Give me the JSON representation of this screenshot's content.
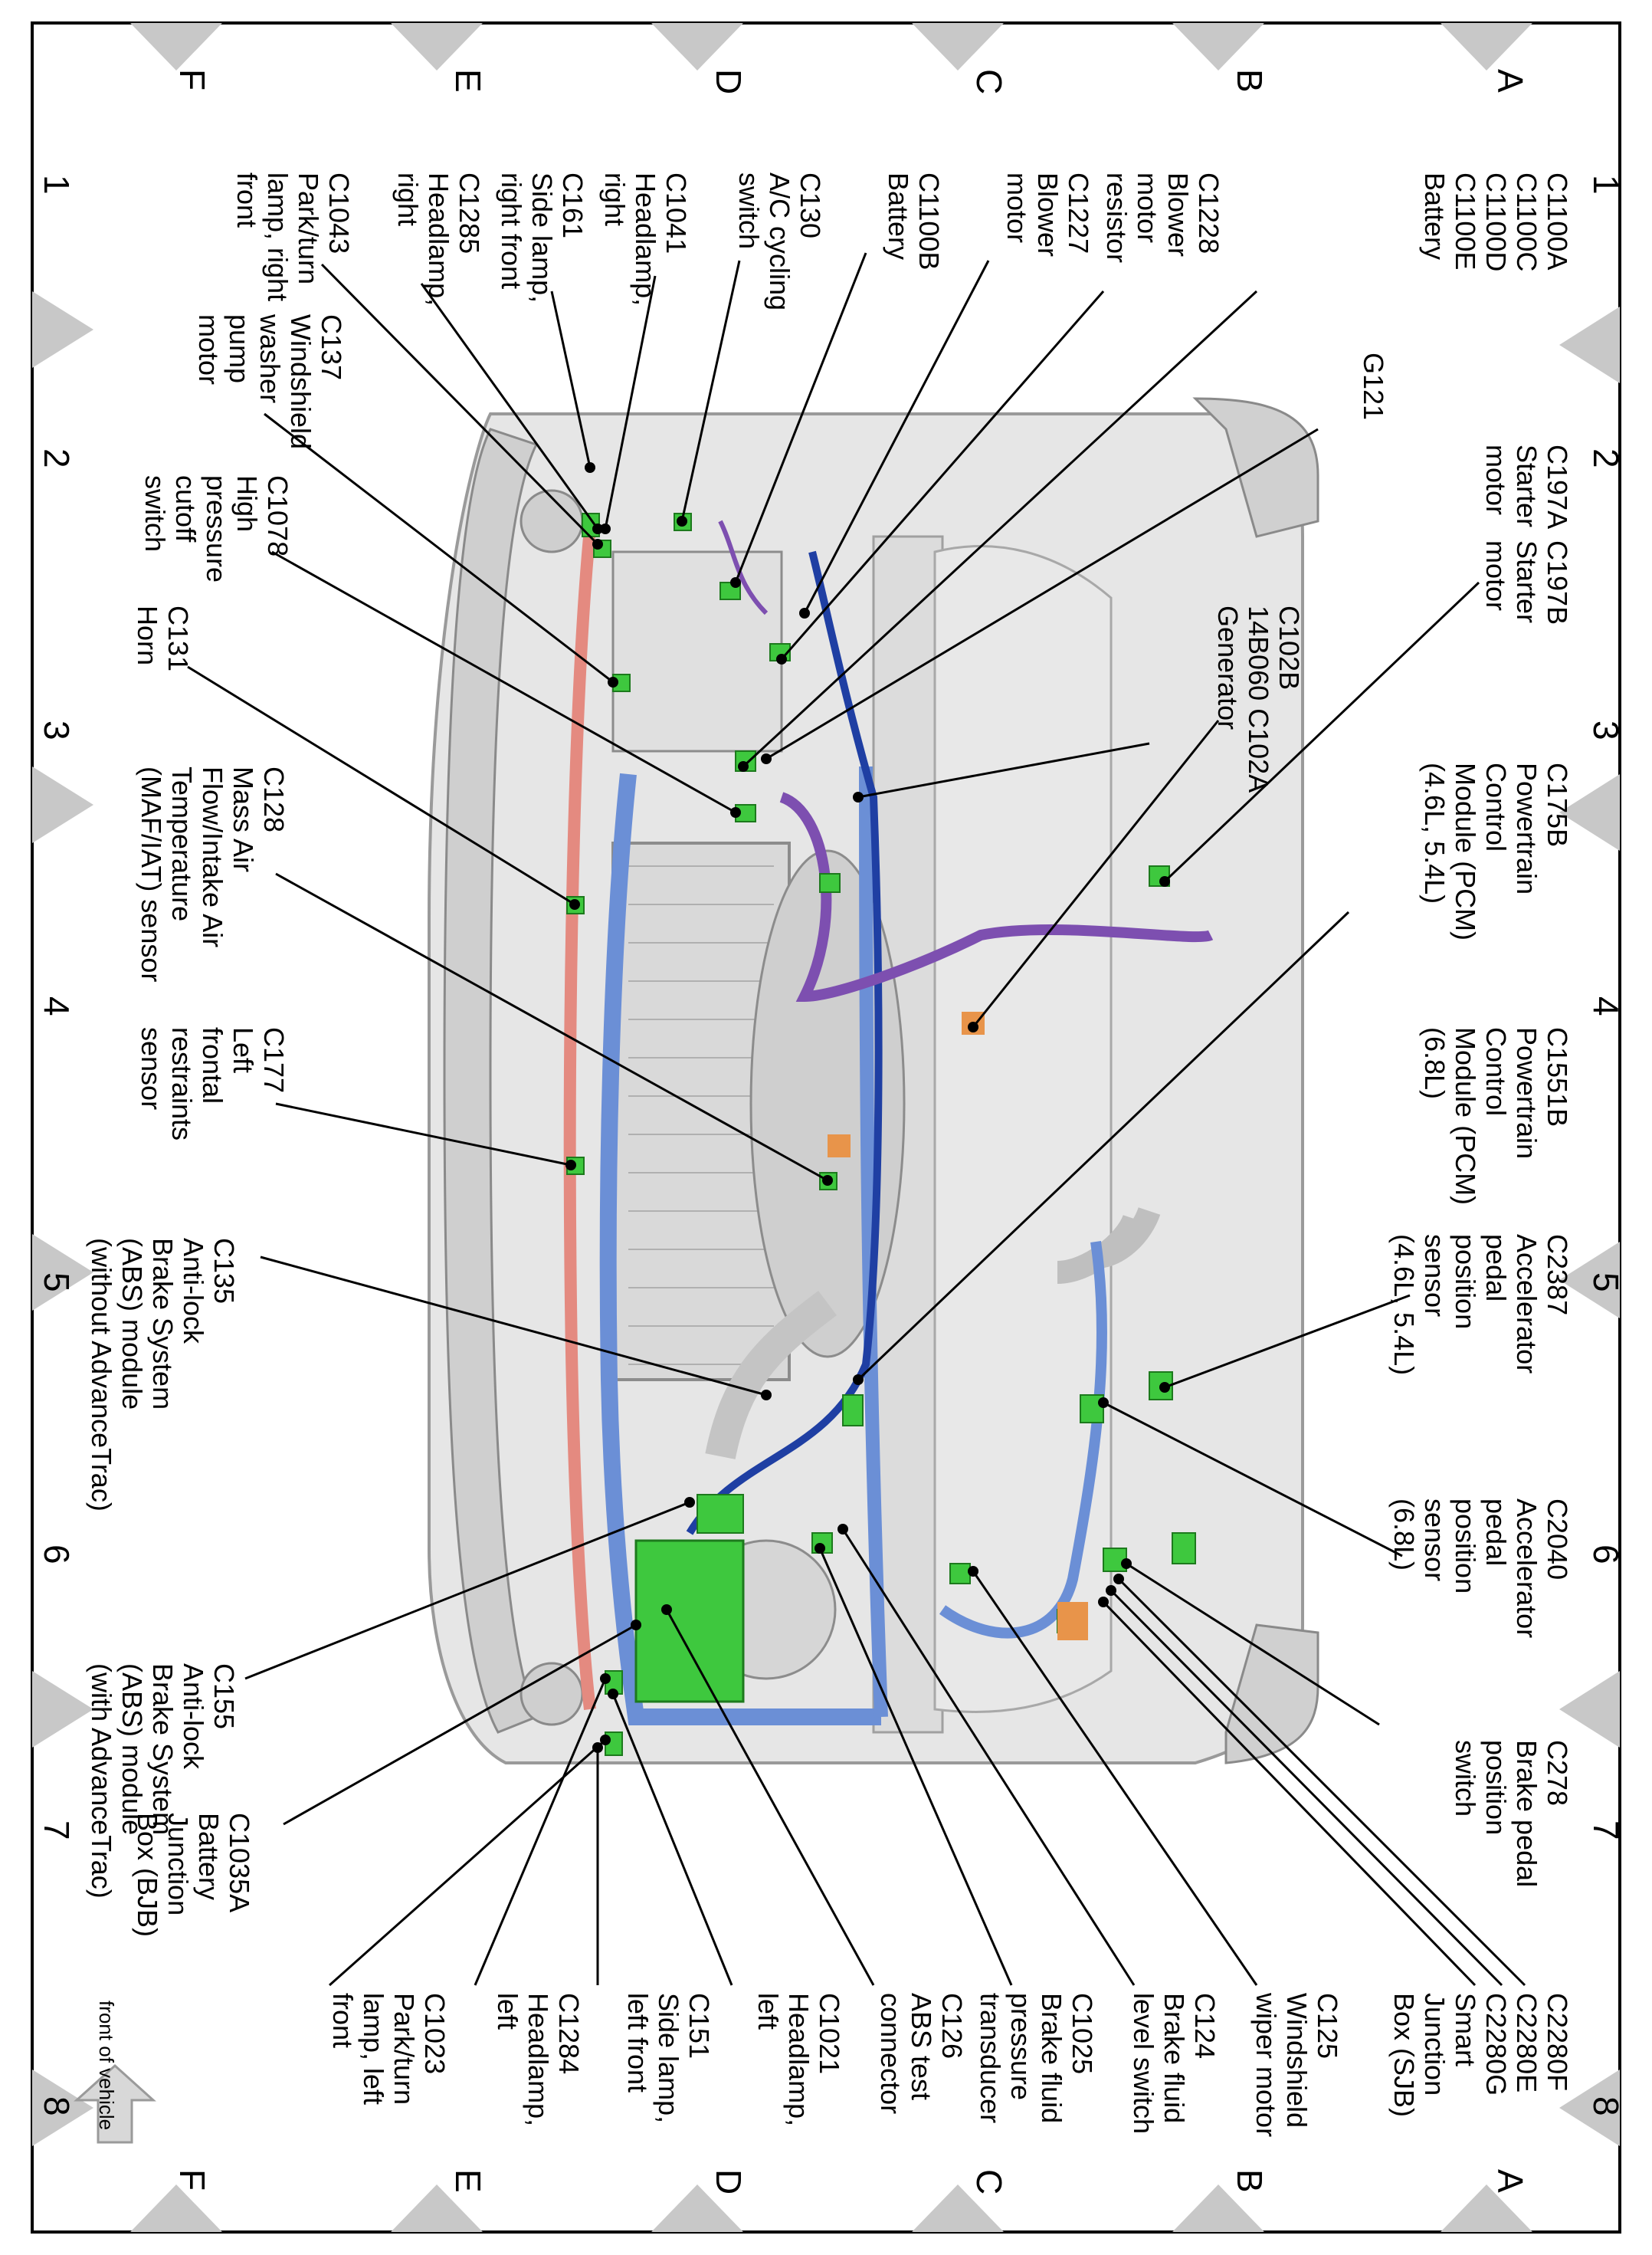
{
  "grid": {
    "top_letters": [
      "A",
      "B",
      "C",
      "D",
      "E",
      "F"
    ],
    "bottom_letters": [
      "A",
      "B",
      "C",
      "D",
      "E",
      "F"
    ],
    "left_numbers": [
      "1",
      "2",
      "3",
      "4",
      "5",
      "6",
      "7",
      "8"
    ],
    "right_numbers": [
      "1",
      "2",
      "3",
      "4",
      "5",
      "6",
      "7",
      "8"
    ]
  },
  "front_of_vehicle": "front of vehicle",
  "colors": {
    "border": "#000000",
    "marker": "#c8c8c8",
    "body_gray": "#d9d9d9",
    "harness_blue": "#6b8fd6",
    "harness_dark_blue": "#1f3fa3",
    "harness_purple": "#7d4fb0",
    "harness_red": "#e48a80",
    "connector_green": "#3ec83e",
    "orange": "#e8944a"
  },
  "labels": [
    {
      "id": "c1100",
      "lines": [
        "C1100A",
        "C1100C",
        "C1100D",
        "C1100E",
        "Battery"
      ]
    },
    {
      "id": "c1228",
      "lines": [
        "C1228",
        "Blower",
        "motor",
        "resistor"
      ]
    },
    {
      "id": "c1227",
      "lines": [
        "C1227",
        "Blower",
        "motor"
      ]
    },
    {
      "id": "c1100b",
      "lines": [
        "C1100B",
        "Battery"
      ]
    },
    {
      "id": "c130",
      "lines": [
        "C130",
        "A/C cycling",
        "switch"
      ]
    },
    {
      "id": "c1041",
      "lines": [
        "C1041",
        "Headlamp,",
        "right"
      ]
    },
    {
      "id": "c161",
      "lines": [
        "C161",
        "Side lamp,",
        "right front"
      ]
    },
    {
      "id": "c1285",
      "lines": [
        "C1285",
        "Headlamp,",
        "right"
      ]
    },
    {
      "id": "c1043",
      "lines": [
        "C1043",
        "Park/turn",
        "lamp, right",
        "front"
      ]
    },
    {
      "id": "g121",
      "lines": [
        "G121"
      ]
    },
    {
      "id": "c197a",
      "lines": [
        "C197A",
        "Starter",
        "motor"
      ]
    },
    {
      "id": "c137",
      "lines": [
        "C137",
        "Windshield",
        "washer",
        "pump",
        "motor"
      ]
    },
    {
      "id": "c1078",
      "lines": [
        "C1078",
        "High",
        "pressure",
        "cutoff",
        "switch"
      ]
    },
    {
      "id": "c197b",
      "lines": [
        "C197B",
        "Starter",
        "motor"
      ]
    },
    {
      "id": "c102",
      "lines": [
        "C102B",
        "14B060 C102A",
        "Generator"
      ]
    },
    {
      "id": "c131",
      "lines": [
        "C131",
        "Horn"
      ]
    },
    {
      "id": "c175b",
      "lines": [
        "C175B",
        "Powertrain",
        "Control",
        "Module (PCM)",
        "(4.6L, 5.4L)"
      ]
    },
    {
      "id": "c128",
      "lines": [
        "C128",
        "Mass Air",
        "Flow/Intake Air",
        "Temperature",
        "(MAF/IAT) sensor"
      ]
    },
    {
      "id": "c1551b",
      "lines": [
        "C1551B",
        "Powertrain",
        "Control",
        "Module (PCM)",
        "(6.8L)"
      ]
    },
    {
      "id": "c177",
      "lines": [
        "C177",
        "Left",
        "frontal",
        "restraints",
        "sensor"
      ]
    },
    {
      "id": "c2387",
      "lines": [
        "C2387",
        "Accelerator",
        "pedal",
        "position",
        "sensor",
        "(4.6L, 5.4L)"
      ]
    },
    {
      "id": "c135",
      "lines": [
        "C135",
        "Anti-lock",
        "Brake System",
        "(ABS) module",
        "(without AdvanceTrac)"
      ]
    },
    {
      "id": "c2040",
      "lines": [
        "C2040",
        "Accelerator",
        "pedal",
        "position",
        "sensor",
        "(6.8L)"
      ]
    },
    {
      "id": "c155",
      "lines": [
        "C155",
        "Anti-lock",
        "Brake System",
        "(ABS) module",
        "(with AdvanceTrac)"
      ]
    },
    {
      "id": "c278",
      "lines": [
        "C278",
        "Brake pedal",
        "position",
        "switch"
      ]
    },
    {
      "id": "c1035a",
      "lines": [
        "C1035A",
        "Battery",
        "Junction",
        "Box (BJB)"
      ]
    },
    {
      "id": "c2280",
      "lines": [
        "C2280F",
        "C2280E",
        "C2280G",
        "Smart",
        "Junction",
        "Box (SJB)"
      ]
    },
    {
      "id": "c125",
      "lines": [
        "C125",
        "Windshield",
        "wiper motor"
      ]
    },
    {
      "id": "c124",
      "lines": [
        "C124",
        "Brake fluid",
        "level switch"
      ]
    },
    {
      "id": "c1025",
      "lines": [
        "C1025",
        "Brake fluid",
        "pressure",
        "transducer"
      ]
    },
    {
      "id": "c126",
      "lines": [
        "C126",
        "ABS test",
        "connector"
      ]
    },
    {
      "id": "c1021",
      "lines": [
        "C1021",
        "Headlamp,",
        "left"
      ]
    },
    {
      "id": "c151",
      "lines": [
        "C151",
        "Side lamp,",
        "left front"
      ]
    },
    {
      "id": "c1284",
      "lines": [
        "C1284",
        "Headlamp,",
        "left"
      ]
    },
    {
      "id": "c1023",
      "lines": [
        "C1023",
        "Park/turn",
        "lamp, left",
        "front"
      ]
    }
  ]
}
